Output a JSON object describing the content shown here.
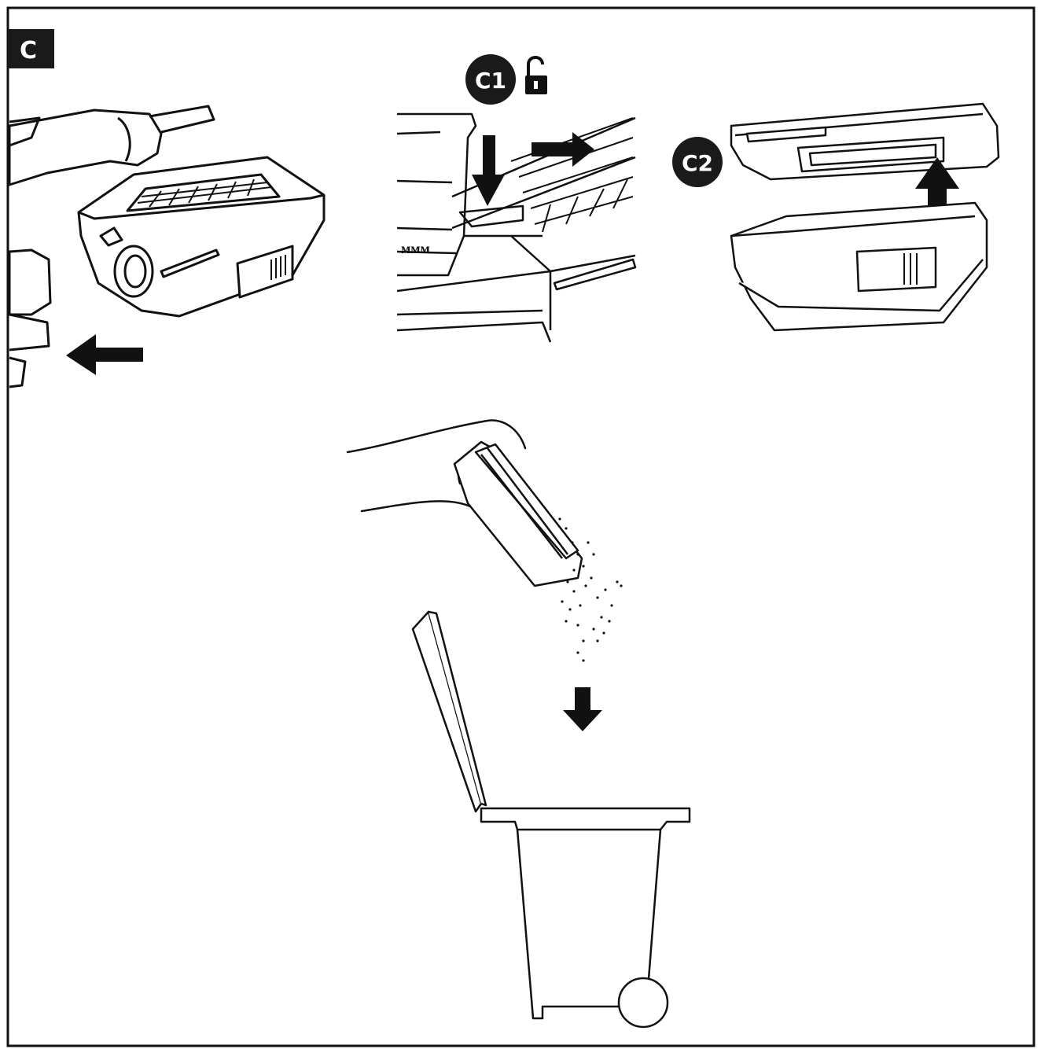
{
  "panel_label": "C",
  "steps": {
    "c1": "C1",
    "c2": "C2"
  },
  "icons": {
    "unlock": "unlock-icon",
    "arrow": "arrow-icon"
  },
  "colors": {
    "ink": "#111111",
    "paper": "#ffffff"
  }
}
